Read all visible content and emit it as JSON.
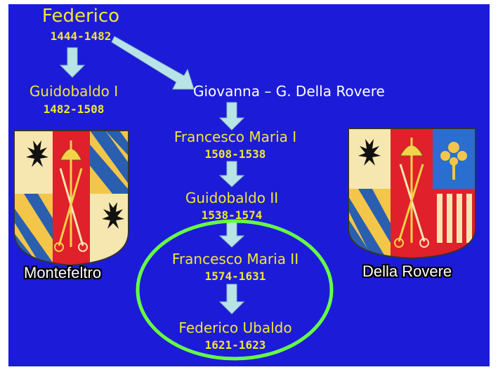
{
  "people": {
    "federico": {
      "name": "Federico",
      "years": "1444-1482"
    },
    "guidobaldo1": {
      "name": "Guidobaldo I",
      "years": "1482-1508"
    },
    "giovanna": {
      "name": "Giovanna – G. Della Rovere"
    },
    "francesco1": {
      "name": "Francesco Maria I",
      "years": "1508-1538"
    },
    "guidobaldo2": {
      "name": "Guidobaldo II",
      "years": "1538-1574"
    },
    "francesco2": {
      "name": "Francesco Maria II",
      "years": "1574-1631"
    },
    "federico_ubaldo": {
      "name": "Federico Ubaldo",
      "years": "1621-1623"
    }
  },
  "houses": {
    "montefeltro": {
      "label": "Montefeltro",
      "icon": "montefeltro-coat-of-arms-icon"
    },
    "della_rovere": {
      "label": "Della Rovere",
      "icon": "della-rovere-coat-of-arms-icon"
    }
  },
  "colors": {
    "background": "#1c1cd8",
    "name_text": "#f2e634",
    "arrow": "#b8e4e8",
    "highlight_ellipse": "#66ff44"
  }
}
